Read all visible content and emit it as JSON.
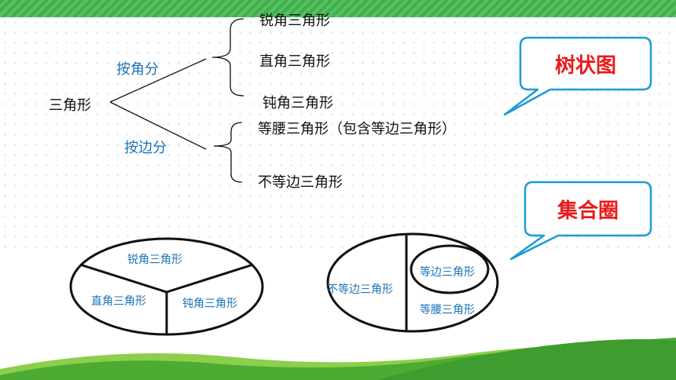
{
  "tree": {
    "root": "三角形",
    "by_angle": {
      "label": "按角分",
      "children": [
        "锐角三角形",
        "直角三角形",
        "钝角三角形"
      ]
    },
    "by_side": {
      "label": "按边分",
      "children": [
        "等腰三角形（包含等边三角形）",
        "不等边三角形"
      ]
    }
  },
  "callouts": {
    "tree_diagram": "树状图",
    "set_circle": "集合圈"
  },
  "left_set": {
    "acute": "锐角三角形",
    "right": "直角三角形",
    "obtuse": "钝角三角形"
  },
  "right_set": {
    "scalene": "不等边三角形",
    "equilateral": "等边三角形",
    "isosceles": "等腰三角形"
  },
  "colors": {
    "grass_dark": "#3f9c2e",
    "grass_light": "#8ccf4a",
    "callout_border": "#1e9ad6",
    "callout_text": "#e81c1c",
    "branch_label": "#1b73b8"
  }
}
